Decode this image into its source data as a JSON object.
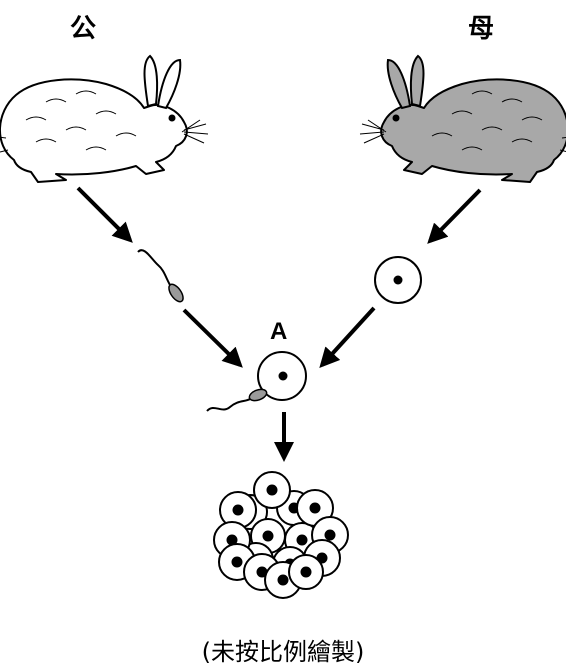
{
  "labels": {
    "male": "公",
    "female": "母",
    "fertilized": "A",
    "note": "(未按比例繪製)"
  },
  "colors": {
    "male_rabbit": "#ffffff",
    "female_rabbit": "#a8a8a8",
    "stroke": "#000000",
    "sperm_head": "#9a9a9a"
  }
}
